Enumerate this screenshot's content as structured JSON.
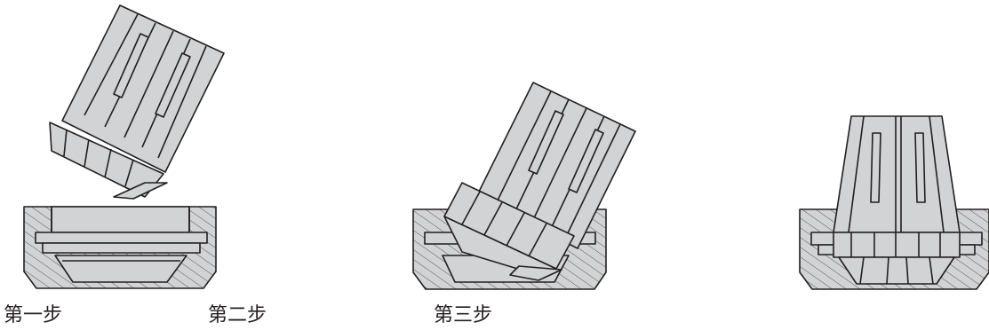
{
  "steps": [
    {
      "label": "第一步"
    },
    {
      "label": "第二步"
    },
    {
      "label": "第三步"
    }
  ],
  "colors": {
    "steel": "#d1d3d4",
    "outline": "#231f20",
    "background": "#ffffff"
  }
}
